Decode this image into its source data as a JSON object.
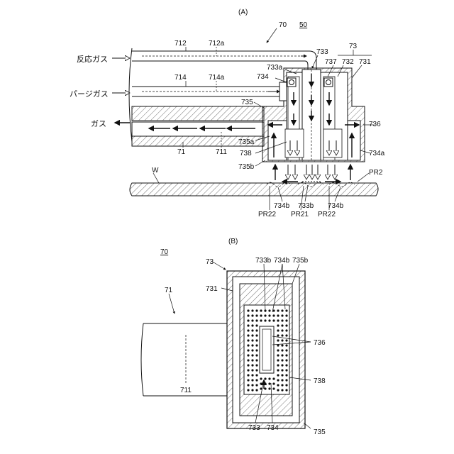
{
  "figure_a": {
    "panel_label": "(A)",
    "labels": {
      "l70": "70",
      "l50": "50",
      "l73": "73",
      "l712": "712",
      "l712a": "712a",
      "l733": "733",
      "l737": "737",
      "l732": "732",
      "l731": "731",
      "l733a": "733a",
      "l714": "714",
      "l714a": "714a",
      "l734": "734",
      "l735": "735",
      "l736": "736",
      "l735a": "735a",
      "l71": "71",
      "l711": "711",
      "l738": "738",
      "l734a": "734a",
      "l735b": "735b",
      "lW": "W",
      "lPR2": "PR2",
      "l734b_1": "734b",
      "l733b": "733b",
      "l734b_2": "734b",
      "lPR22_1": "PR22",
      "lPR21": "PR21",
      "lPR22_2": "PR22"
    },
    "gas_labels": {
      "reaction_gas": "反応ガス",
      "purge_gas": "パージガス",
      "gas": "ガス"
    }
  },
  "figure_b": {
    "panel_label": "(B)",
    "labels": {
      "l70": "70",
      "l73": "73",
      "l733b": "733b",
      "l734b": "734b",
      "l735b": "735b",
      "l731": "731",
      "l71": "71",
      "l736": "736",
      "l711": "711",
      "l738": "738",
      "l733": "733",
      "l734": "734",
      "l735": "735"
    }
  }
}
